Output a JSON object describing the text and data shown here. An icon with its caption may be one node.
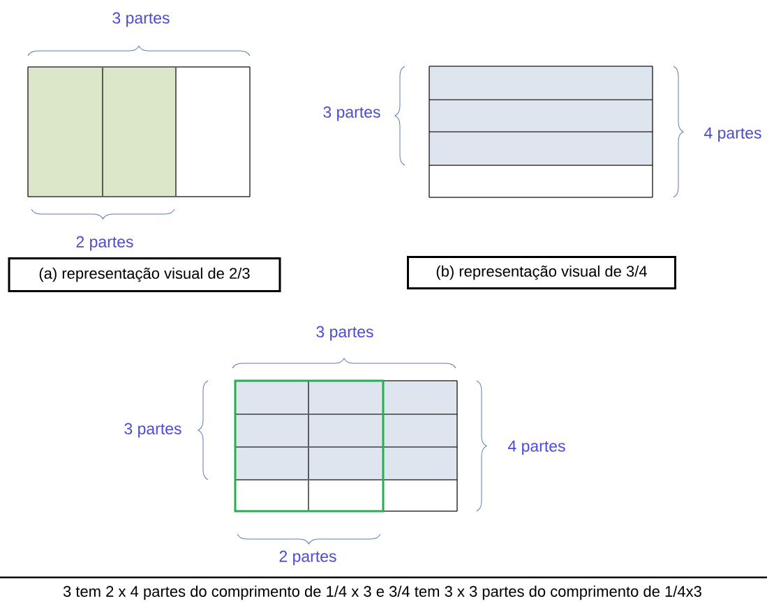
{
  "diagram": {
    "caption": "3 tem 2 x 4 partes do comprimento de 1/4 x 3 e 3/4 tem 3 x 3 partes do comprimento de 1/4x3",
    "nodes": [
      {
        "text": [
          "(a) representação visual de 2/3"
        ]
      },
      {
        "text": [
          "(b) representação visual de 3/4"
        ]
      }
    ],
    "labels": [
      "3 partes",
      "3 partes",
      "4 partes",
      "2 partes",
      "3 partes",
      "3 partes",
      "4 partes",
      "2 partes"
    ]
  }
}
